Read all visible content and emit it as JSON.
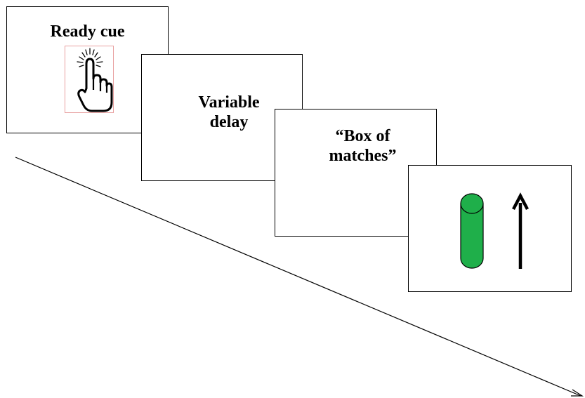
{
  "frames": [
    {
      "text": "Ready cue",
      "icon": "tap-finger-icon"
    },
    {
      "text": "Variable\ndelay"
    },
    {
      "text": "“Box of\nmatches”"
    },
    {
      "icons": [
        "green-cylinder-icon",
        "up-arrow-icon"
      ]
    }
  ],
  "colors": {
    "cylinder": "#1faf4a",
    "border": "#000000",
    "icon_box_border": "#e8a0a0"
  }
}
